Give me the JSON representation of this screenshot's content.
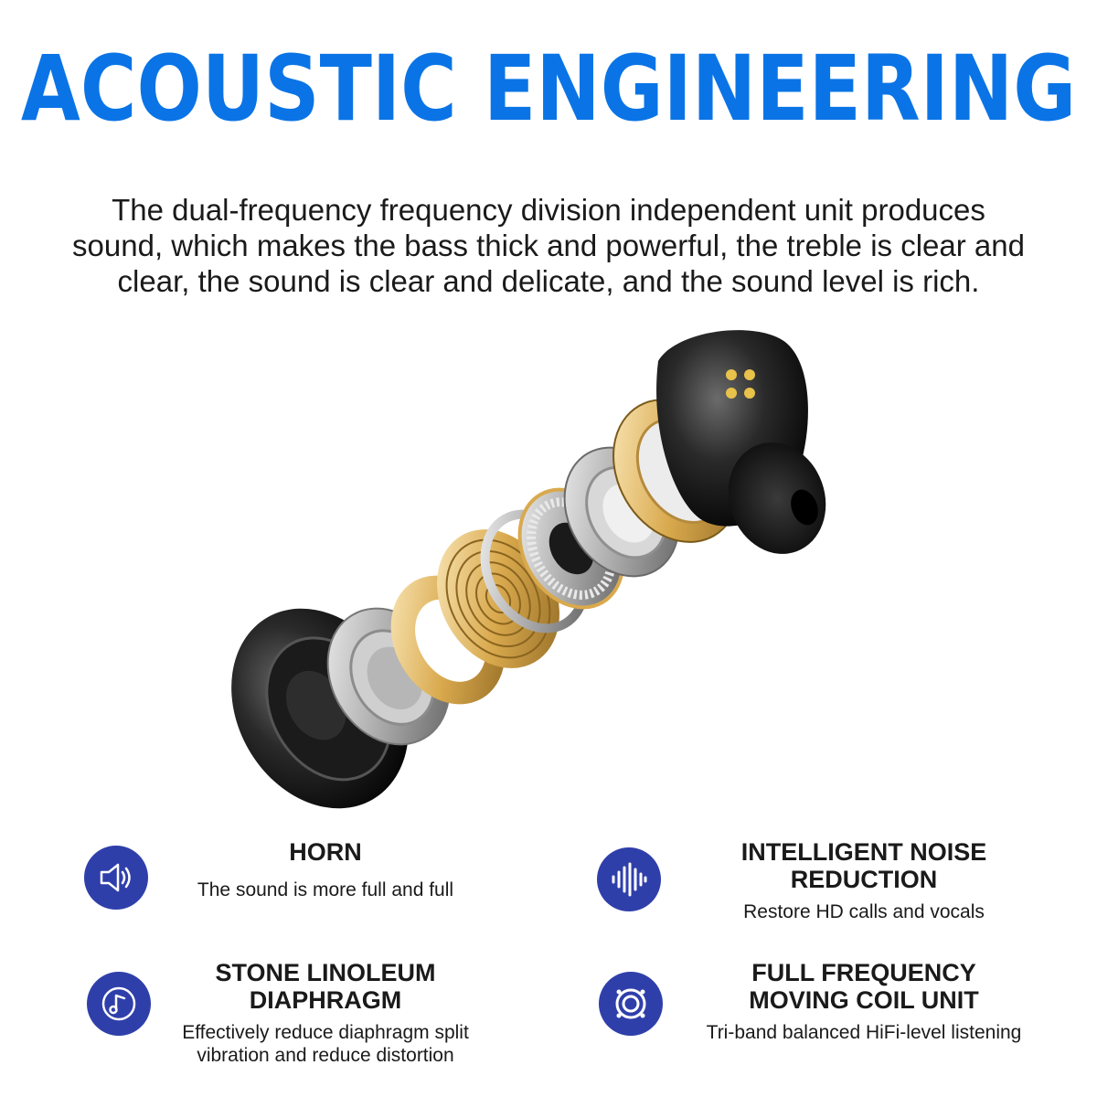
{
  "header": {
    "title": "ACOUSTIC ENGINEERING",
    "intro_line1": "The dual-frequency frequency division independent unit produces",
    "intro_line2": "sound, which makes the bass thick and powerful, the treble is clear and",
    "intro_line3": "clear, the sound is clear and delicate, and the sound level is rich."
  },
  "colors": {
    "title_blue": "#0a74e6",
    "icon_bg": "#2f3faa"
  },
  "features": [
    {
      "icon": "speaker-icon",
      "head_line1": "HORN",
      "head_line2": "",
      "desc_line1": "The sound is more full and full",
      "desc_line2": ""
    },
    {
      "icon": "sound-wave-icon",
      "head_line1": "INTELLIGENT NOISE",
      "head_line2": "REDUCTION",
      "desc_line1": "Restore HD calls and vocals",
      "desc_line2": ""
    },
    {
      "icon": "music-note-icon",
      "head_line1": "STONE LINOLEUM",
      "head_line2": "DIAPHRAGM",
      "desc_line1": "Effectively reduce diaphragm split",
      "desc_line2": "vibration and reduce distortion"
    },
    {
      "icon": "speaker-unit-icon",
      "head_line1": "FULL FREQUENCY",
      "head_line2": "MOVING COIL UNIT",
      "desc_line1": "Tri-band balanced HiFi-level listening",
      "desc_line2": ""
    }
  ]
}
